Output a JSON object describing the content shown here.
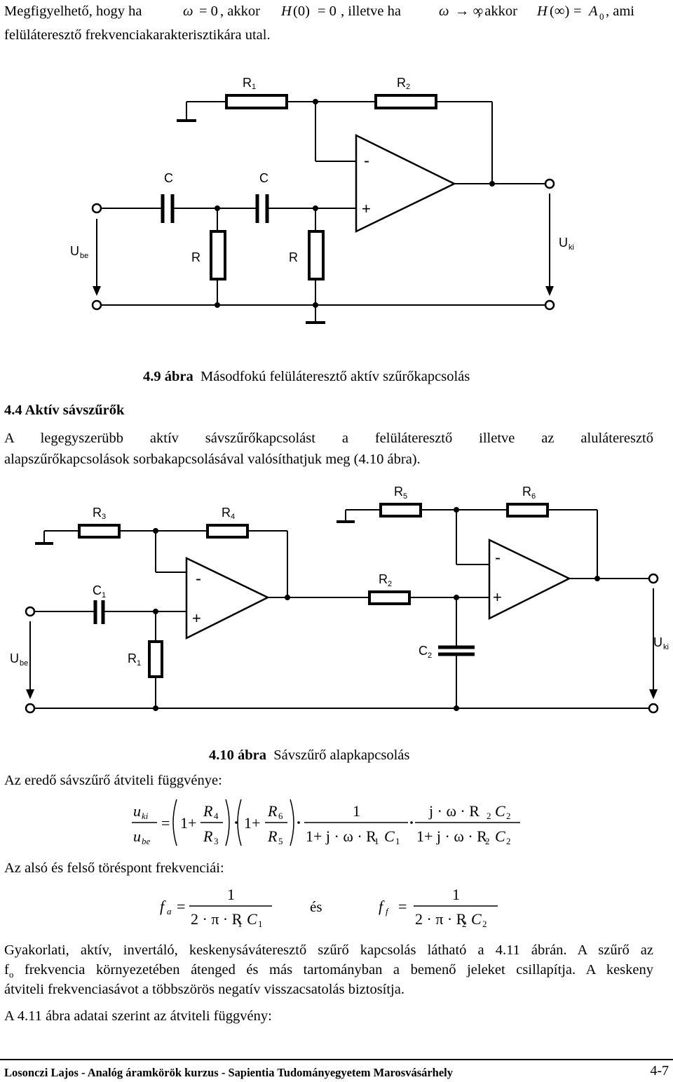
{
  "intro_line1": {
    "a": "Megfigyelhető, hogy ha",
    "omega": "ω",
    "eq0": "= 0",
    "b": ", akkor",
    "H": "H",
    "zero": "(0)",
    "eq0b": "= 0",
    "c": ", illetve ha",
    "arrow_inf": "→ ∞",
    "d": ", akkor",
    "inf": "(∞)",
    "eqA": "=",
    "A": "A",
    "A_sub": "0",
    "e": ", ami"
  },
  "intro_line2": "felüláteresztő frekvenciakarakterisztikára utal.",
  "fig49": {
    "labels": {
      "R1": "R",
      "R1_sub": "1",
      "R2": "R",
      "R2_sub": "2",
      "C_a": "C",
      "C_b": "C",
      "R_a": "R",
      "R_b": "R",
      "minus": "-",
      "plus": "+",
      "Ube": "U",
      "Ube_sub": "be",
      "Uki": "U",
      "Uki_sub": "ki"
    },
    "caption_num": "4.9 ábra",
    "caption_text": "Másodfokú felüláteresztő aktív szűrőkapcsolás"
  },
  "section_heading": "4.4 Aktív sávszűrők",
  "para1_line1": "A legegyszerübb aktív sávszűrőkapcsolást a felüláteresztő illetve az aluláteresztő",
  "para1_line2": "alapszűrőkapcsolások sorbakapcsolásával valósíthatjuk meg (4.10 ábra).",
  "fig410": {
    "labels": {
      "R3": "R",
      "R3_sub": "3",
      "R4": "R",
      "R4_sub": "4",
      "R5": "R",
      "R5_sub": "5",
      "R6": "R",
      "R6_sub": "6",
      "C1": "C",
      "C1_sub": "1",
      "R2": "R",
      "R2_sub": "2",
      "R1": "R",
      "R1_sub": "1",
      "C2": "C",
      "C2_sub": "2",
      "minus": "-",
      "plus": "+",
      "Ube": "U",
      "Ube_sub": "be",
      "Uki": "U",
      "Uki_sub": "ki"
    },
    "caption_num": "4.10 ábra",
    "caption_text": "Sávszűrő alapkapcsolás"
  },
  "transfer_label": "Az eredő sávszűrő átviteli függvénye:",
  "eq1": {
    "u": "u",
    "ki": "ki",
    "be": "be",
    "eq": "=",
    "one_plus": "1+",
    "R4": "R",
    "s4": "4",
    "R3": "R",
    "s3": "3",
    "R6": "R",
    "s6": "6",
    "R5": "R",
    "s5": "5",
    "one": "1",
    "den1": "1+ j · ω · R",
    "s1": "1",
    "C": "C",
    "num3": "j · ω · R",
    "s2": "2",
    "den3": "1+ j · ω · R"
  },
  "corner_label": "Az alsó és felső töréspont frekvenciái:",
  "eq2": {
    "f": "f",
    "a": "a",
    "ff": "f",
    "eq": "=",
    "one": "1",
    "den_a": "2 · π · R",
    "s1": "1",
    "C": "C",
    "es": "és",
    "den_f": "2 · π · R",
    "s2": "2"
  },
  "para2_line1": "Gyakorlati, aktív, invertáló, keskenysáváteresztő szűrő kapcsolás látható a 4.11 ábrán. A szűrő az",
  "para2_line2a": "f",
  "para2_line2_sub": "o",
  "para2_line2b": "frekvencia környezetében átenged és más tartományban a bemenő jeleket csillapítja. A keskeny",
  "para2_line3": "átviteli frekvenciasávot a többszörös negatív visszacsatolás biztosítja.",
  "para3": "A 4.11 ábra adatai szerint az átviteli függvény:",
  "footer_left": "Losonczi Lajos - Analóg áramkörök kurzus - Sapientia Tudományegyetem Marosvásárhely",
  "footer_right": "4-7"
}
